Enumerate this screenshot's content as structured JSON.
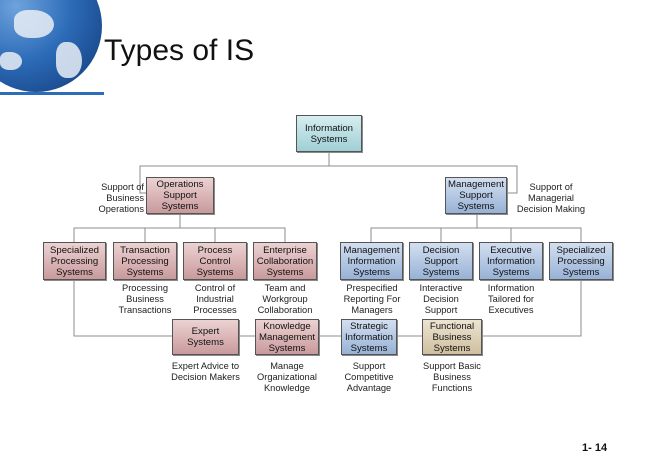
{
  "slide": {
    "title": "Types of IS",
    "page_number": "1- 14"
  },
  "root": {
    "label": "Information Systems"
  },
  "level2": {
    "ops": {
      "label": "Operations Support Systems",
      "note": "Support of Business Operations"
    },
    "mgmt": {
      "label": "Management Support Systems",
      "note": "Support of Managerial Decision Making"
    }
  },
  "ops_children": [
    {
      "label": "Specialized Processing Systems",
      "desc": ""
    },
    {
      "label": "Transaction Processing Systems",
      "desc": "Processing Business Transactions"
    },
    {
      "label": "Process Control Systems",
      "desc": "Control of Industrial Processes"
    },
    {
      "label": "Enterprise Collaboration Systems",
      "desc": "Team and Workgroup Collaboration"
    }
  ],
  "mgmt_children": [
    {
      "label": "Management Information Systems",
      "desc": "Prespecified Reporting For Managers"
    },
    {
      "label": "Decision Support Systems",
      "desc": "Interactive Decision Support"
    },
    {
      "label": "Executive Information Systems",
      "desc": "Information Tailored for Executives"
    },
    {
      "label": "Specialized Processing Systems",
      "desc": ""
    }
  ],
  "bottom": [
    {
      "label": "Expert Systems",
      "desc": "Expert Advice to Decision Makers"
    },
    {
      "label": "Knowledge Management Systems",
      "desc": "Manage Organizational Knowledge"
    },
    {
      "label": "Strategic Information Systems",
      "desc": "Support Competitive Advantage"
    },
    {
      "label": "Functional Business Systems",
      "desc": "Support Basic Business Functions"
    }
  ],
  "colors": {
    "root": "#9fcfd6",
    "operations": "#c99a9c",
    "management": "#97b2d6",
    "cross_functional": "#cfbf9e"
  }
}
